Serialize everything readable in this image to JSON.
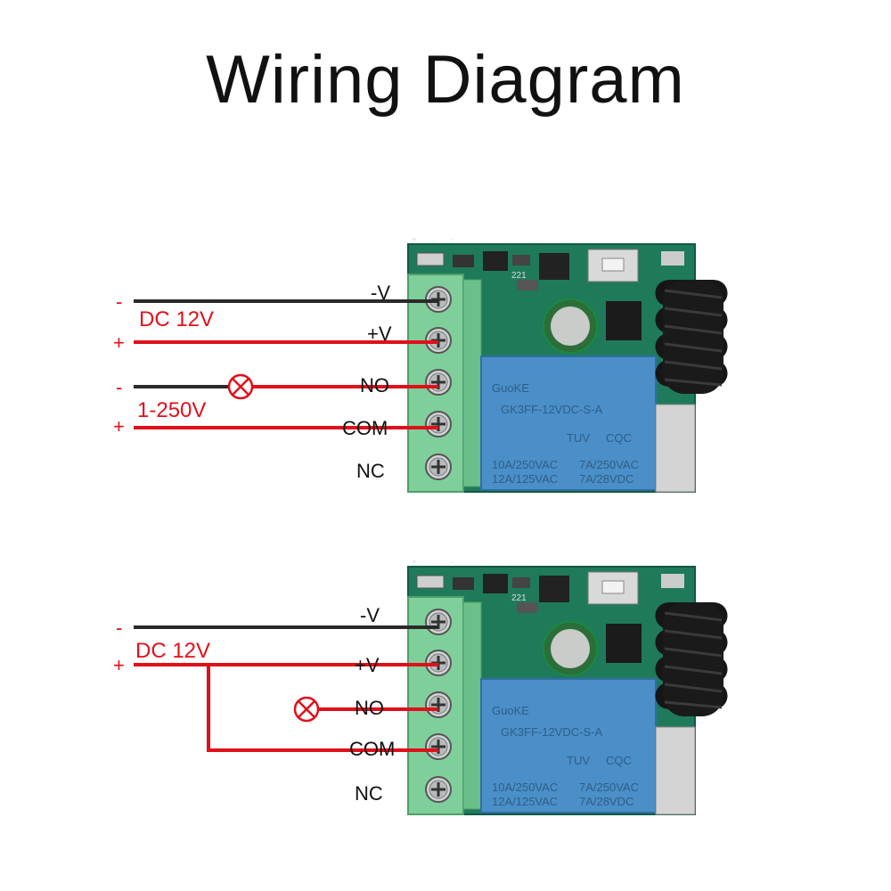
{
  "title": "Wiring Diagram",
  "colors": {
    "red_wire": "#e0101a",
    "black_wire": "#2a2a2a",
    "pcb": "#1f7a5a",
    "terminal": "#7fcf9a",
    "relay": "#4a8fc8",
    "antenna": "#1a1a1a"
  },
  "diagram1": {
    "terminals": [
      "-V",
      "+V",
      "NO",
      "COM",
      "NC"
    ],
    "power_label": "DC 12V",
    "load_label": "1-250V",
    "signs": [
      "-",
      "+",
      "-",
      "+"
    ],
    "lamp": "lamp-icon"
  },
  "diagram2": {
    "terminals": [
      "-V",
      "+V",
      "NO",
      "COM",
      "NC"
    ],
    "power_label": "DC 12V",
    "signs": [
      "-",
      "+"
    ],
    "lamp": "lamp-icon"
  },
  "board": {
    "relay_brand": "GuoKE",
    "relay_model": "GK3FF-12VDC-S-A",
    "relay_rating_left": [
      "10A/250VAC",
      "12A/125VAC"
    ],
    "relay_rating_right": [
      "7A/250VAC",
      "7A/28VDC"
    ],
    "relay_cert": "TUV",
    "relay_cqc": "CQC",
    "silk_plus": "+",
    "silk_minus": "-",
    "resistor_code": "221"
  }
}
